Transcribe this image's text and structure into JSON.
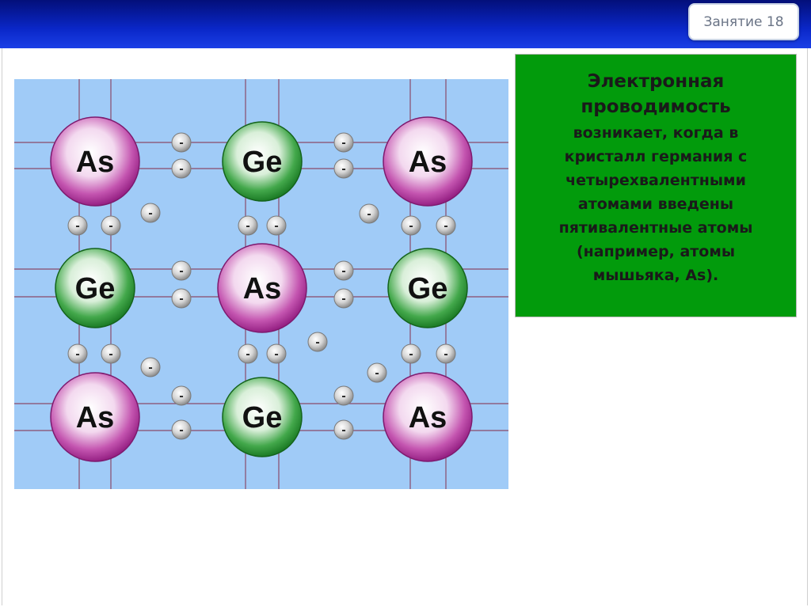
{
  "header": {
    "badge_text": "Занятие 18",
    "bar_color": "#0a27c8"
  },
  "diagram": {
    "background_color": "#a0cbf7",
    "grid_line_color": "#8a4a6a",
    "atoms": [
      {
        "label": "As",
        "kind": "arsenic"
      },
      {
        "label": "Ge",
        "kind": "germanium"
      },
      {
        "label": "As",
        "kind": "arsenic"
      },
      {
        "label": "Ge",
        "kind": "germanium"
      },
      {
        "label": "As",
        "kind": "arsenic"
      },
      {
        "label": "Ge",
        "kind": "germanium"
      },
      {
        "label": "As",
        "kind": "arsenic"
      },
      {
        "label": "Ge",
        "kind": "germanium"
      },
      {
        "label": "As",
        "kind": "arsenic"
      }
    ],
    "electron_sign": "-",
    "colors": {
      "arsenic": "#b0299a",
      "germanium": "#1f8f2c",
      "electron": "#c8c8c8"
    }
  },
  "info": {
    "title_line1": "Электронная",
    "title_line2": "проводимость",
    "body_lines": [
      "возникает, когда в",
      "кристалл германия с",
      "четырехвалентными",
      "атомами введены",
      "пятивалентные атомы",
      "(например, атомы",
      "мышьяка, As)."
    ],
    "box_color": "#029b0c"
  }
}
